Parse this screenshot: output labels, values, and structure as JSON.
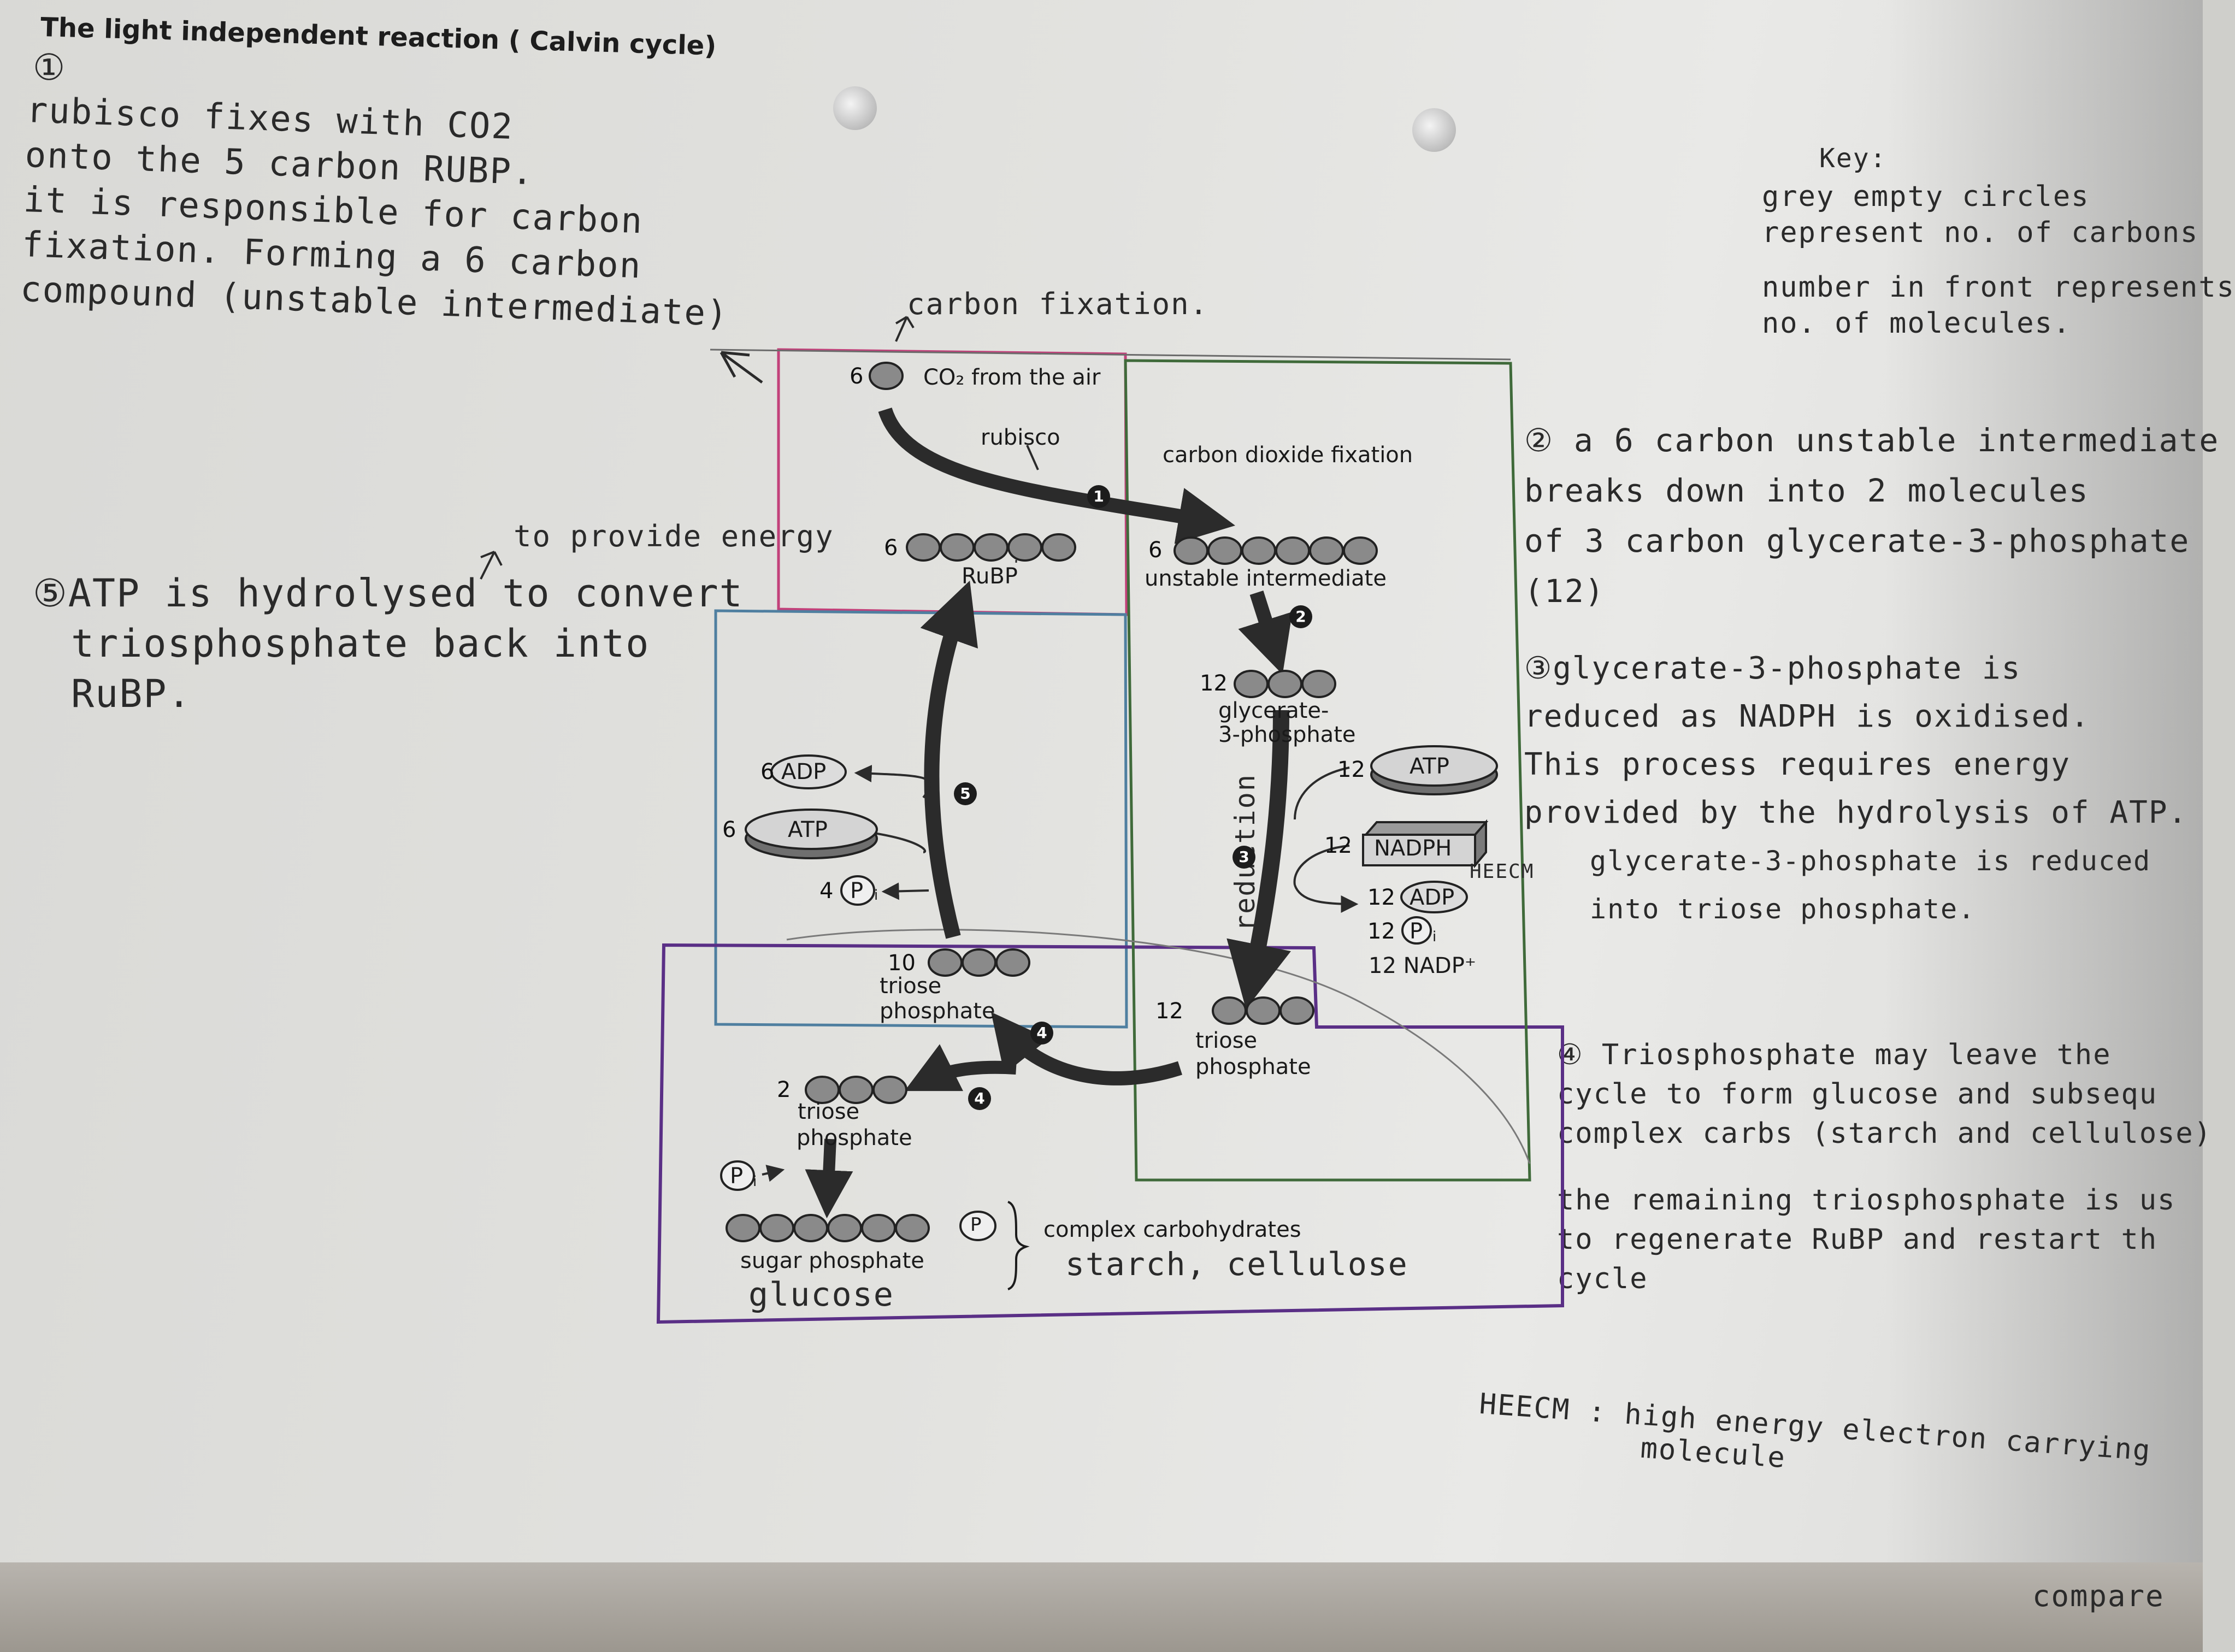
{
  "heading": "The light independent reaction ( Calvin cycle)",
  "left_notes": {
    "step1_marker": "①",
    "step1_lines": [
      "rubisco fixes with CO2",
      "onto the 5 carbon RUBP.",
      "it is responsible for carbon",
      "fixation. Forming a 6 carbon",
      "compound (unstable intermediate)"
    ],
    "step5_annotation": "to provide energy",
    "step5_lines": [
      "⑤ATP is hydrolysed to convert",
      "triosphosphate back into",
      "RuBP."
    ]
  },
  "top_annotation": "carbon fixation.",
  "key": {
    "title": "Key:",
    "lines": [
      "grey empty circles",
      "represent no. of carbons",
      "number in front represents",
      "no. of molecules."
    ]
  },
  "right_notes": {
    "step2_lines": [
      "② a 6 carbon unstable intermediate",
      "breaks down into 2 molecules",
      "of 3 carbon glycerate-3-phosphate",
      "(12)"
    ],
    "step3_lines": [
      "③glycerate-3-phosphate is",
      "reduced as NADPH is oxidised.",
      "This process requires energy",
      "provided by the hydrolysis of ATP.",
      "glycerate-3-phosphate is reduced",
      "into triose phosphate."
    ],
    "step4_lines": [
      "④ Triosphosphate may leave the",
      "cycle to form glucose and subsequ",
      "complex carbs (starch and cellulose)",
      "the remaining triosphosphate is us",
      "to regenerate RuBP and restart th",
      "cycle"
    ],
    "heecm_lines": [
      "HEECM : high energy electron carrying",
      "molecule"
    ],
    "bottom_fragment": "compare"
  },
  "diagram": {
    "co2": {
      "count": "6",
      "label": "CO₂ from the air"
    },
    "rubisco": "rubisco",
    "fixation_label": "carbon dioxide fixation",
    "rubp": {
      "count": "6",
      "label": "RuBP"
    },
    "unstable": {
      "count": "6",
      "label": "unstable intermediate"
    },
    "g3p": {
      "count": "12",
      "label1": "glycerate-",
      "label2": "3-phosphate"
    },
    "atp_right": {
      "count": "12",
      "label": "ATP"
    },
    "nadph": {
      "count": "12",
      "label": "NADPH",
      "note": "HEECM"
    },
    "adp_right": {
      "count": "12",
      "label": "ADP"
    },
    "pi_right": {
      "count": "12",
      "label": "P",
      "sub": "i"
    },
    "nadp_plus": "12 NADP⁺",
    "reduction_label": "reduction",
    "tp_right": {
      "count": "12",
      "label1": "triose",
      "label2": "phosphate"
    },
    "adp_left": {
      "count": "6",
      "label": "ADP"
    },
    "atp_left": {
      "count": "6",
      "label": "ATP"
    },
    "pi_left": {
      "count": "4",
      "label": "P",
      "sub": "i"
    },
    "tp_left": {
      "count": "10",
      "label1": "triose",
      "label2": "phosphate"
    },
    "tp_out": {
      "count": "2",
      "label1": "triose",
      "label2": "phosphate"
    },
    "pi_out": {
      "label": "P",
      "sub": "i"
    },
    "sugar": {
      "label": "sugar phosphate",
      "p": "P",
      "hand": "glucose"
    },
    "complex": {
      "label": "complex carbohydrates",
      "hand": "starch, cellulose"
    },
    "steps": [
      "1",
      "2",
      "3",
      "4",
      "4",
      "5"
    ]
  },
  "colors": {
    "pink_box": "#c2417a",
    "blue_box": "#4f7fa0",
    "purple_box": "#5a2f86",
    "green_box": "#3f6a3a",
    "molecule_grey": "#8a8a8a",
    "arrow_dark": "#2b2b2b"
  }
}
